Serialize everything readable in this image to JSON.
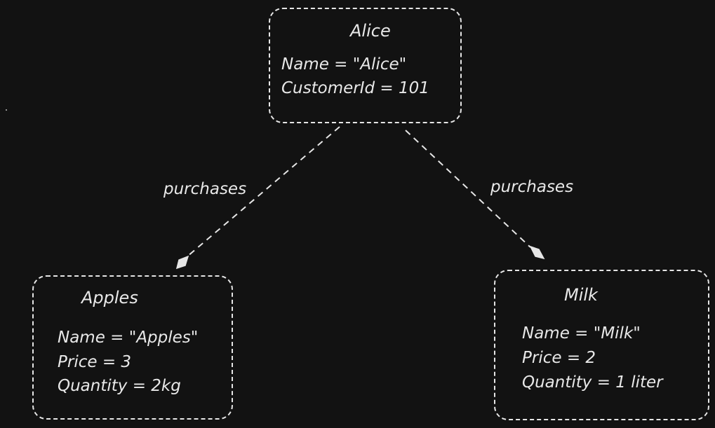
{
  "nodes": {
    "alice": {
      "title": "Alice",
      "props": [
        "Name = \"Alice\"",
        "CustomerId = 101"
      ]
    },
    "apples": {
      "title": "Apples",
      "props": [
        "Name = \"Apples\"",
        "Price = 3",
        "Quantity = 2kg"
      ]
    },
    "milk": {
      "title": "Milk",
      "props": [
        "Name = \"Milk\"",
        "Price = 2",
        "Quantity = 1 liter"
      ]
    }
  },
  "edges": {
    "alice_apples": {
      "label": "purchases"
    },
    "alice_milk": {
      "label": "purchases"
    }
  },
  "colors": {
    "background": "#121212",
    "stroke": "#e6e6e6",
    "text": "#e8e8e8"
  }
}
